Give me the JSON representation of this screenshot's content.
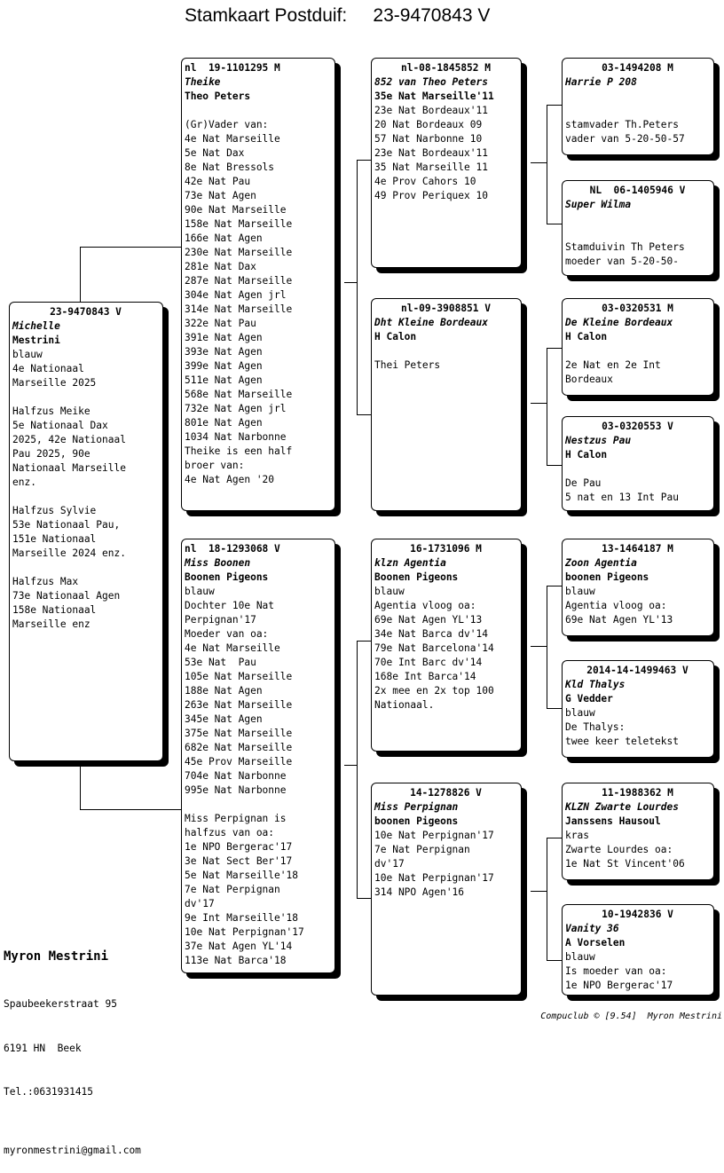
{
  "title": "Stamkaart Postduif:     23-9470843 V",
  "subject": {
    "ring": "23-9470843 V",
    "name": "Michelle",
    "owner": "Mestrini",
    "lines": [
      "blauw",
      "4e Nationaal",
      "Marseille 2025",
      "",
      "Halfzus Meike",
      "5e Nationaal Dax",
      "2025, 42e Nationaal",
      "Pau 2025, 90e",
      "Nationaal Marseille",
      "enz.",
      "",
      "Halfzus Sylvie",
      "53e Nationaal Pau,",
      "151e Nationaal",
      "Marseille 2024 enz.",
      "",
      "Halfzus Max",
      "73e Nationaal Agen",
      "158e Nationaal",
      "Marseille enz"
    ]
  },
  "father": {
    "ring": "nl  19-1101295 M",
    "name": "Theike",
    "owner": "Theo Peters",
    "lines": [
      "",
      "(Gr)Vader van:",
      "4e Nat Marseille",
      "5e Nat Dax",
      "8e Nat Bressols",
      "42e Nat Pau",
      "73e Nat Agen",
      "90e Nat Marseille",
      "158e Nat Marseille",
      "166e Nat Agen",
      "230e Nat Marseille",
      "281e Nat Dax",
      "287e Nat Marseille",
      "304e Nat Agen jrl",
      "314e Nat Marseille",
      "322e Nat Pau",
      "391e Nat Agen",
      "393e Nat Agen",
      "399e Nat Agen",
      "511e Nat Agen",
      "568e Nat Marseille",
      "732e Nat Agen jrl",
      "801e Nat Agen",
      "1034 Nat Narbonne",
      "Theike is een half",
      "broer van:",
      "4e Nat Agen '20"
    ]
  },
  "mother": {
    "ring": "nl  18-1293068 V",
    "name": "Miss Boonen",
    "owner": "Boonen Pigeons",
    "lines": [
      "blauw",
      "Dochter 10e Nat",
      "Perpignan'17",
      "Moeder van oa:",
      "4e Nat Marseille",
      "53e Nat  Pau",
      "105e Nat Marseille",
      "188e Nat Agen",
      "263e Nat Marseille",
      "345e Nat Agen",
      "375e Nat Marseille",
      "682e Nat Marseille",
      "45e Prov Marseille",
      "704e Nat Narbonne",
      "995e Nat Narbonne",
      "",
      "Miss Perpignan is",
      "halfzus van oa:",
      "1e NPO Bergerac'17",
      "3e Nat Sect Ber'17",
      "5e Nat Marseille'18",
      "7e Nat Perpignan",
      "dv'17",
      "9e Int Marseille'18",
      "10e Nat Perpignan'17",
      "37e Nat Agen YL'14",
      "113e Nat Barca'18"
    ]
  },
  "ff": {
    "ring": "nl-08-1845852 M",
    "name": "852 van Theo Peters",
    "owner": "35e Nat Marseille'11",
    "lines": [
      "23e Nat Bordeaux'11",
      "20 Nat Bordeaux 09",
      "57 Nat Narbonne 10",
      "23e Nat Bordeaux'11",
      "35 Nat Marseille 11",
      "4e Prov Cahors 10",
      "49 Prov Periquex 10"
    ]
  },
  "fm": {
    "ring": "nl-09-3908851 V",
    "name": "Dht Kleine Bordeaux",
    "owner": "H Calon",
    "lines": [
      "",
      "Thei Peters"
    ]
  },
  "mf": {
    "ring": "16-1731096 M",
    "name": "klzn Agentia",
    "owner": "Boonen Pigeons",
    "lines": [
      "blauw",
      "Agentia vloog oa:",
      "69e Nat Agen YL'13",
      "34e Nat Barca dv'14",
      "79e Nat Barcelona'14",
      "70e Int Barc dv'14",
      "168e Int Barca'14",
      "2x mee en 2x top 100",
      "Nationaal."
    ]
  },
  "mm": {
    "ring": "14-1278826 V",
    "name": "Miss Perpignan",
    "owner": "boonen Pigeons",
    "lines": [
      "10e Nat Perpignan'17",
      "7e Nat Perpignan",
      "dv'17",
      "10e Nat Perpignan'17",
      "314 NPO Agen'16"
    ]
  },
  "fff": {
    "ring": "03-1494208 M",
    "name": "Harrie P 208",
    "owner": "",
    "lines": [
      "",
      "",
      "stamvader Th.Peters",
      "vader van 5-20-50-57"
    ]
  },
  "ffm": {
    "ring": "NL  06-1405946 V",
    "name": "Super Wilma",
    "owner": "",
    "lines": [
      "",
      "",
      "Stamduivin Th Peters",
      "moeder van 5-20-50-"
    ]
  },
  "fmf": {
    "ring": "03-0320531 M",
    "name": "De Kleine Bordeaux",
    "owner": "H Calon",
    "lines": [
      "",
      "2e Nat en 2e Int",
      "Bordeaux"
    ]
  },
  "fmm": {
    "ring": "03-0320553 V",
    "name": "Nestzus Pau",
    "owner": "H Calon",
    "lines": [
      "",
      "De Pau",
      "5 nat en 13 Int Pau"
    ]
  },
  "mff": {
    "ring": "13-1464187 M",
    "name": "Zoon Agentia",
    "owner": "boonen Pigeons",
    "lines": [
      "blauw",
      "Agentia vloog oa:",
      "69e Nat Agen YL'13"
    ]
  },
  "mfm": {
    "ring": "2014-14-1499463 V",
    "name": "Kld Thalys",
    "owner": "G Vedder",
    "lines": [
      "blauw",
      "De Thalys:",
      "twee keer teletekst"
    ]
  },
  "mmf": {
    "ring": "11-1988362 M",
    "name": "KLZN Zwarte Lourdes",
    "owner": "Janssens Hausoul",
    "lines": [
      "kras",
      "Zwarte Lourdes oa:",
      "1e Nat St Vincent'06"
    ]
  },
  "mmm": {
    "ring": "10-1942836 V",
    "name": "Vanity 36",
    "owner": "A Vorselen",
    "lines": [
      "blauw",
      "Is moeder van oa:",
      "1e NPO Bergerac'17"
    ]
  },
  "breeder": {
    "name": "Myron Mestrini",
    "street": "Spaubeekerstraat 95",
    "city": "6191 HN  Beek",
    "phone": "Tel.:0631931415",
    "email": "myronmestrini@gmail.com"
  },
  "footer": "Compuclub © [9.54]  Myron Mestrini"
}
